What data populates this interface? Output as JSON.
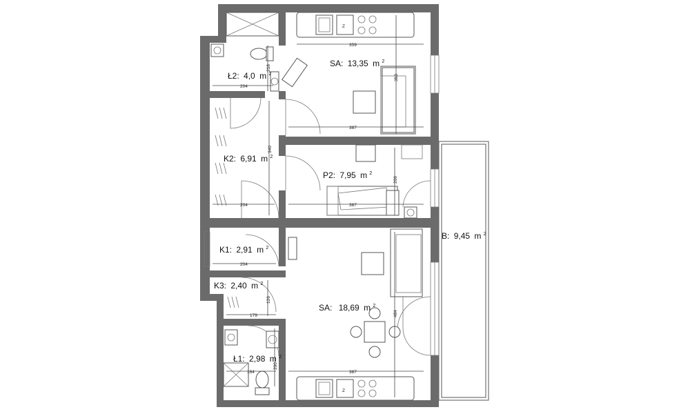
{
  "rooms": {
    "l2": {
      "name": "Ł2:",
      "area": "4,0",
      "unit": "m",
      "sup": "2"
    },
    "sa_top": {
      "name": "SA:",
      "area": "13,35",
      "unit": "m",
      "sup": "2"
    },
    "k2": {
      "name": "K2:",
      "area": "6,91",
      "unit": "m",
      "sup": "2"
    },
    "p2": {
      "name": "P2:",
      "area": "7,95",
      "unit": "m",
      "sup": "2"
    },
    "k1": {
      "name": "K1:",
      "area": "2,91",
      "unit": "m",
      "sup": "2"
    },
    "k3": {
      "name": "K3:",
      "area": "2,40",
      "unit": "m",
      "sup": "2"
    },
    "sa_bottom": {
      "name": "SA:",
      "area": "18,69",
      "unit": "m",
      "sup": "2"
    },
    "l1": {
      "name": "Ł1:",
      "area": "2,98",
      "unit": "m",
      "sup": "2"
    },
    "b": {
      "name": "B:",
      "area": "9,45",
      "unit": "m",
      "sup": "2"
    }
  },
  "dimensions": {
    "sa_top_width": "359",
    "sa_top_height": "353",
    "sa_top_floor_width": "387",
    "l2_width": "204",
    "l2_height": "218",
    "k2_height": "340",
    "k2_width": "204",
    "p2_width": "387",
    "p2_height": "206",
    "k1_width": "204",
    "k3_height": "126",
    "k3_width": "179",
    "sa_bottom_height": "484",
    "sa_bottom_width": "387",
    "l1_width": "164",
    "l1_height": "200"
  },
  "fixtures": {
    "stove_label": "Z"
  }
}
